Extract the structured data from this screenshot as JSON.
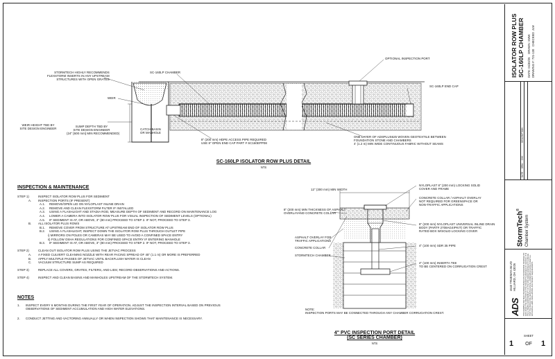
{
  "detail1": {
    "callouts": {
      "stormtech": [
        "STORMTECH HIGHLY RECOMMENDS",
        "FLEXSTORM INSERTS IN ANY UPSTREAM",
        "STRUCTURES WITH OPEN GRATES"
      ],
      "weir": "WEIR",
      "weir_height": [
        "WEIR HEIGHT TBD BY",
        "SITE DESIGN ENGINEER"
      ],
      "sump": [
        "SUMP DEPTH TBD BY",
        "SITE DESIGN ENGINEER",
        "(24\" [600 mm] MIN RECOMMENDED)"
      ],
      "catch_basin": [
        "CATCH BASIN",
        "OR MANHOLE"
      ],
      "chamber": "SC-160LP CHAMBER",
      "inspection_port": "OPTIONAL INSPECTION PORT",
      "end_cap": "SC-160LP END CAP",
      "hdpe_pipe": [
        "8\" (200 mm) HDPE ACCESS PIPE REQUIRED",
        "USE 8\" OPEN END CAP PART # SC160EPP08"
      ],
      "geotextile": [
        "ONE LAYER OF ADSPLUS625 WOVEN GEOTEXTILE BETWEEN",
        "FOUNDATION STONE AND CHAMBERS",
        "4' (1.2 m) MIN WIDE CONTINUOUS FABRIC WITHOUT SEAMS"
      ]
    },
    "title": "SC-160LP ISOLATOR ROW PLUS DETAIL",
    "scale": "NTS"
  },
  "inspection": {
    "heading": "INSPECTION & MAINTENANCE",
    "lines": [
      {
        "num": "STEP 1)",
        "text": "INSPECT ISOLATOR ROW PLUS FOR SEDIMENT",
        "indent": 0
      },
      {
        "num": "A.",
        "text": "INSPECTION PORTS (IF PRESENT)",
        "indent": 1
      },
      {
        "num": "A.1.",
        "text": "REMOVE/OPEN LID ON NYLOPLAST INLINE DRAIN",
        "indent": 2
      },
      {
        "num": "A.2.",
        "text": "REMOVE AND CLEAN FLEXSTORM FILTER IF INSTALLED",
        "indent": 2
      },
      {
        "num": "A.3.",
        "text": "USING A FLASHLIGHT AND STADIA ROD, MEASURE DEPTH OF SEDIMENT AND RECORD ON MAINTENANCE LOG",
        "indent": 2
      },
      {
        "num": "A.4.",
        "text": "LOWER A CAMERA INTO ISOLATOR ROW PLUS FOR VISUAL INSPECTION OF SEDIMENT LEVELS (OPTIONAL)",
        "indent": 2
      },
      {
        "num": "A.5.",
        "text": "IF SEDIMENT IS AT, OR ABOVE, 3\" (80 mm) PROCEED TO STEP 2. IF NOT, PROCEED TO STEP 3.",
        "indent": 2
      },
      {
        "num": "B.",
        "text": "ALL ISOLATOR PLUS ROWS",
        "indent": 1
      },
      {
        "num": "B.1.",
        "text": "REMOVE COVER FROM STRUCTURE AT UPSTREAM END OF ISOLATOR ROW PLUS",
        "indent": 2
      },
      {
        "num": "B.2.",
        "text": "USING A FLASHLIGHT, INSPECT DOWN THE ISOLATOR ROW PLUS THROUGH OUTLET PIPE",
        "indent": 2
      },
      {
        "num": "",
        "text": "i)  MIRRORS ON POLES OR CAMERAS MAY BE USED TO AVOID A CONFINED SPACE ENTRY",
        "indent": 3
      },
      {
        "num": "",
        "text": "ii) FOLLOW OSHA REGULATIONS FOR CONFINED SPACE ENTRY IF ENTERING MANHOLE",
        "indent": 3
      },
      {
        "num": "B.3.",
        "text": "IF SEDIMENT IS AT, OR ABOVE, 3\" (80 mm) PROCEED TO STEP 2. IF NOT, PROCEED TO STEP 3.",
        "indent": 2
      },
      {
        "num": "",
        "text": "",
        "indent": 0
      },
      {
        "num": "STEP 2)",
        "text": "CLEAN OUT ISOLATOR ROW PLUS USING THE JETVAC PROCESS",
        "indent": 0
      },
      {
        "num": "A.",
        "text": "A FIXED CULVERT CLEANING NOZZLE WITH REAR FACING SPREAD OF 45\" (1.1 m) OR MORE IS PREFERRED",
        "indent": 1
      },
      {
        "num": "B.",
        "text": "APPLY MULTIPLE PASSES OF JETVAC UNTIL BACKFLUSH WATER IS CLEAN",
        "indent": 1
      },
      {
        "num": "C.",
        "text": "VACUUM STRUCTURE SUMP AS REQUIRED",
        "indent": 1
      },
      {
        "num": "",
        "text": "",
        "indent": 0
      },
      {
        "num": "STEP 3)",
        "text": "REPLACE ALL COVERS, GRATES, FILTERS, AND LIDS; RECORD OBSERVATIONS AND ACTIONS.",
        "indent": 0
      },
      {
        "num": "",
        "text": "",
        "indent": 0
      },
      {
        "num": "STEP 4)",
        "text": "INSPECT AND CLEAN BASINS AND MANHOLES UPSTREAM OF THE STORMTECH SYSTEM.",
        "indent": 0
      }
    ]
  },
  "notes": {
    "heading": "NOTES",
    "items": [
      {
        "num": "1.",
        "lines": [
          "INSPECT EVERY 6 MONTHS DURING THE FIRST YEAR OF OPERATION. ADJUST THE INSPECTION INTERVAL BASED ON PREVIOUS",
          "OBSERVATIONS OF SEDIMENT ACCUMULATION AND HIGH WATER ELEVATIONS."
        ]
      },
      {
        "num": "2.",
        "lines": [
          "CONDUCT JETTING AND VACTORING ANNUALLY OR WHEN INSPECTION SHOWS THAT MAINTENANCE IS NECESSARY."
        ]
      }
    ]
  },
  "detail2": {
    "callouts": {
      "min_width": "12\" (300 mm) MIN WIDTH",
      "concrete_collar_thickness": [
        "8\" (200 mm) MIN THICKNESS OF ASPHALT",
        "OVERLAYAND CONCRETE COLLAR"
      ],
      "asphalt_overlay": [
        "ASPHALT OVERLAY FOR",
        "TRAFFIC APPLICATIONS"
      ],
      "concrete_collar": "CONCRETE COLLAR",
      "stormtech_chamber": "STORMTECH CHAMBER",
      "locking_cover": [
        "NYLOPLAST 8\" (200 mm) LOCKING SOLID",
        "COVER AND FRAME"
      ],
      "overlay_not_required": [
        "CONCRETE COLLAR / ASPHALT OVERLAY",
        "NOT REQUIRED FOR GREENSPACE OR",
        "NON-TRAFFIC APPLICATIONS"
      ],
      "inline_drain": [
        "8\" (200 mm) NYLOPLAST UNIVERSAL INLINE DRAIN",
        "BODY (PART# 2708AG4IPKIT) OR TRAFFIC",
        "RATED BOX W/SOLID LOCKING COVER"
      ],
      "sdr_pipe": "4\" (100 mm) SDR 35 PIPE",
      "insert_tee": [
        "4\" (100 mm) INSERTA TEE",
        "TO BE CENTERED ON CORRUGATION CREST"
      ]
    },
    "note": [
      "NOTE:",
      "INSPECTION PORTS MAY BE CONNECTED THROUGH ANY CHAMBER CORRUGATION CREST."
    ],
    "title": [
      "4\" PVC INSPECTION PORT DETAIL",
      "(SC SERIES CHAMBER)"
    ],
    "scale": "NTS"
  },
  "title_block": {
    "project": [
      "ISOLATOR ROW PLUS",
      "SC-160LP CHAMBER"
    ],
    "date_label": "DATE:",
    "date": "04/30/25",
    "drawn_label": "DRAWN:",
    "drawn": "SMW",
    "checked_label": "CHECKED:",
    "checked": "JLM",
    "drawing_label": "DRAWING #:",
    "drawing": "721-130",
    "description_label": "DESCRIPTION",
    "rev_labels": [
      "DATE",
      "DRW",
      "CHK"
    ],
    "brand": "StormTech",
    "registered": "®",
    "brand_sub": "Chamber System",
    "address": [
      "4640 TRUEMAN BLVD",
      "HILLIARD, OH 43026"
    ],
    "logo": "ADS",
    "disclaimer": "THIS DRAWING HAS BEEN PREPARED BASED ON INFORMATION PROVIDED TO ADS UNDER THE DIRECTION OF THE PROJECT'S ENGINEER OF RECORD. IT IS THE ULTIMATE RESPONSIBILITY OF THE SITE DESIGN ENGINEER TO ENSURE THAT THE PRODUCT(S) DEPICTED AND ALL ASSOCIATED DETAILS MEET ALL APPLICABLE LAWS, REGULATIONS, AND PROJECT REQUIREMENTS.",
    "sheet_label": "SHEET",
    "sheet": "1",
    "of": "OF",
    "sheet_total": "1"
  },
  "colors": {
    "line": "#222222",
    "stone": "#555555",
    "hatch": "#999999"
  }
}
